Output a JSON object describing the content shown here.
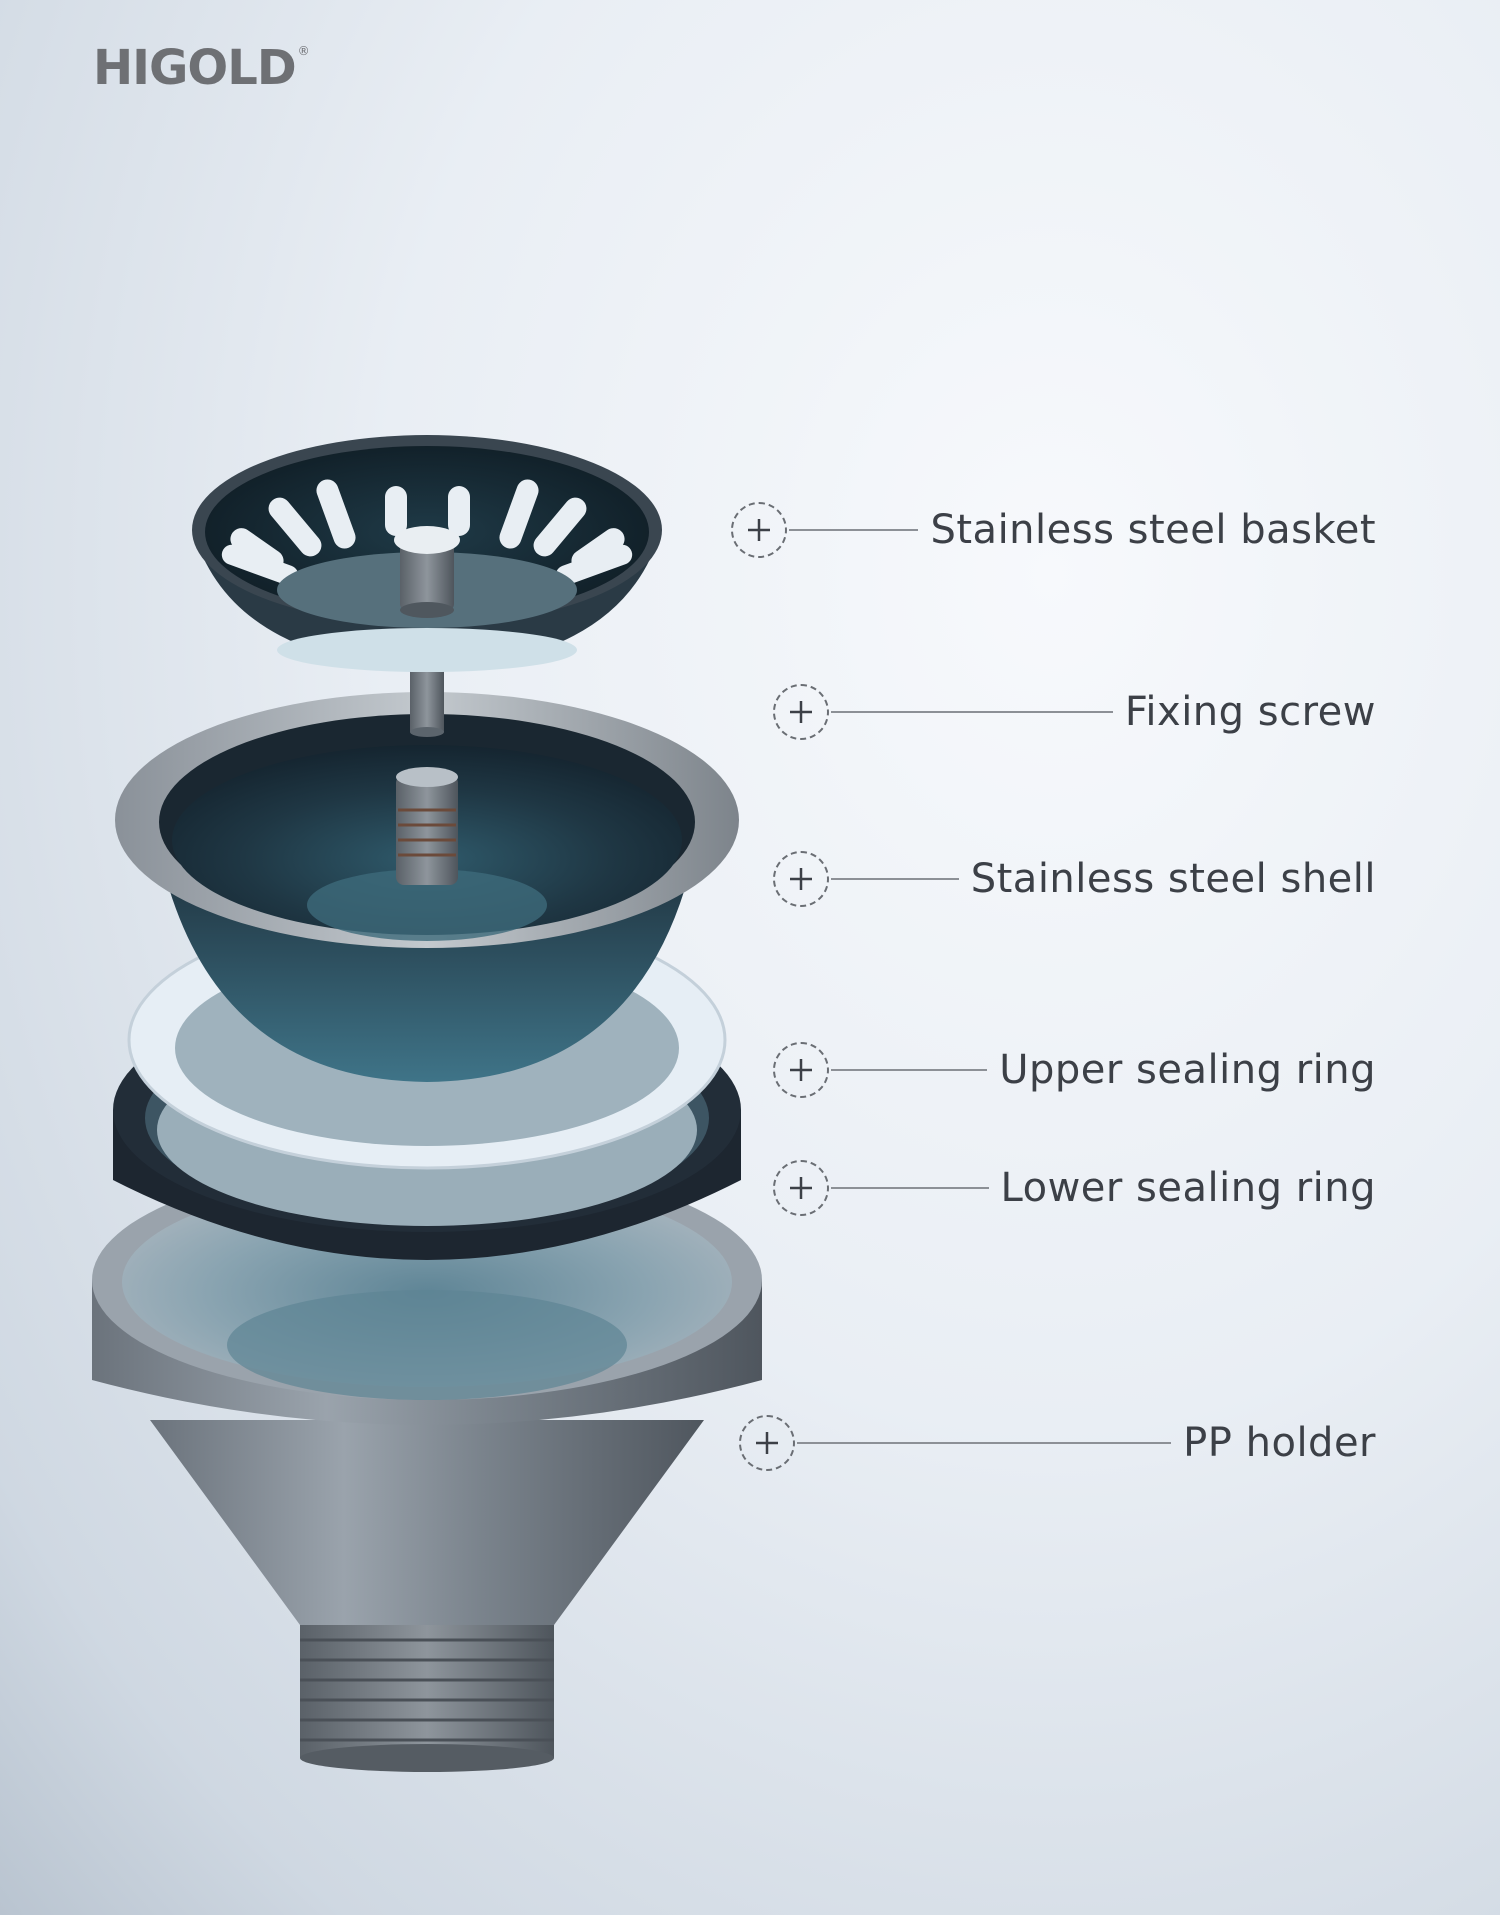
{
  "brand": {
    "name": "HIGOLD",
    "mark": "®"
  },
  "callouts": [
    {
      "label": "Stainless steel basket",
      "icon": "plus-icon"
    },
    {
      "label": "Fixing screw",
      "icon": "plus-icon"
    },
    {
      "label": "Stainless steel shell",
      "icon": "plus-icon"
    },
    {
      "label": "Upper sealing ring",
      "icon": "plus-icon"
    },
    {
      "label": "Lower sealing ring",
      "icon": "plus-icon"
    },
    {
      "label": "PP holder",
      "icon": "plus-icon"
    }
  ],
  "colors": {
    "background": "#e9eef4",
    "text": "#3c4047",
    "logo": "#6e7074",
    "metal": "#5f6871",
    "seal_white": "#e6eef5",
    "seal_black": "#1d2630"
  }
}
